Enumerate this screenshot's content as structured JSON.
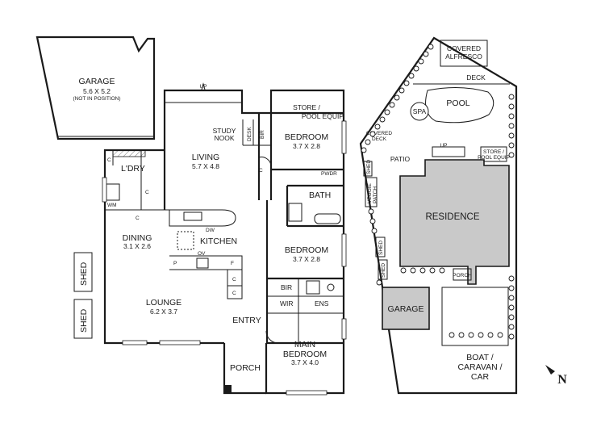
{
  "floorplan": {
    "garage": {
      "name": "GARAGE",
      "dims": "5.6 X 5.2",
      "note": "(NOT IN POSITION)"
    },
    "store": {
      "line1": "STORE /",
      "line2": "POOL EQUIP"
    },
    "up": "UP",
    "study_nook": {
      "line1": "STUDY",
      "line2": "NOOK"
    },
    "desk": "DESK",
    "bir": "BIR",
    "bedroom1": {
      "name": "BEDROOM",
      "dims": "3.7 X 2.8"
    },
    "living": {
      "name": "LIVING",
      "dims": "5.7 X 4.8"
    },
    "laundry": "L'DRY",
    "c": "C",
    "wm": "WM",
    "pwdr": "PWDR",
    "bath": "BATH",
    "dw": "DW",
    "dining": {
      "name": "DINING",
      "dims": "3.1 X 2.6"
    },
    "kitchen": "KITCHEN",
    "p": "P",
    "ov": "OV",
    "f": "F",
    "bedroom2": {
      "name": "BEDROOM",
      "dims": "3.7 X 2.8"
    },
    "shed": "SHED",
    "wir": "WIR",
    "ens": "ENS",
    "lounge": {
      "name": "LOUNGE",
      "dims": "6.2 X 3.7"
    },
    "entry": "ENTRY",
    "main_bedroom": {
      "name": "MAIN",
      "name2": "BEDROOM",
      "dims": "3.7 X 4.0"
    },
    "porch": "PORCH"
  },
  "siteplan": {
    "covered_alfresco": {
      "line1": "COVERED",
      "line2": "ALFRESCO"
    },
    "deck": "DECK",
    "pool": "POOL",
    "spa": "SPA",
    "covered_deck": {
      "line1": "COVERED",
      "line2": "DECK"
    },
    "patio": "PATIO",
    "up": "UP",
    "store": {
      "line1": "STORE /",
      "line2": "POOL EQUIP"
    },
    "shed": "SHED",
    "veggie_patch": {
      "line1": "VEGGIE",
      "line2": "PATCH"
    },
    "residence": "RESIDENCE",
    "porch": "PORCH",
    "garage": "GARAGE",
    "boat": {
      "line1": "BOAT /",
      "line2": "CARAVAN /",
      "line3": "CAR"
    }
  },
  "north_label": "N",
  "colors": {
    "residence_fill": "#c9c9c9",
    "line": "#1a1a1a",
    "background": "#ffffff"
  }
}
